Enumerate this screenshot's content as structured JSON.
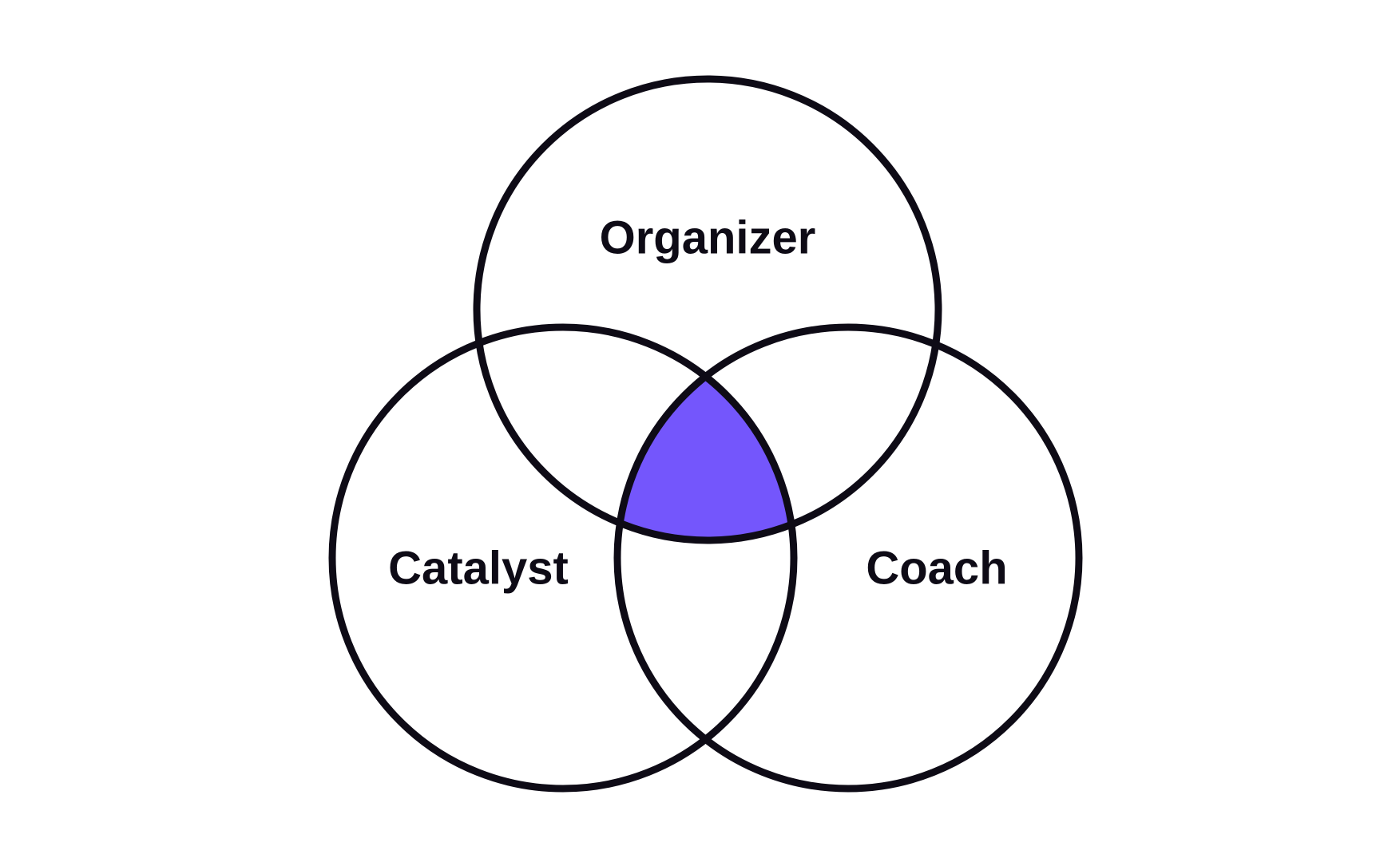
{
  "diagram": {
    "type": "venn",
    "colors": {
      "background": "#ffffff",
      "stroke": "#0e0b16",
      "highlight": "#7456fc",
      "label": "#0e0b16"
    },
    "sets": [
      {
        "id": "organizer",
        "label": "Organizer"
      },
      {
        "id": "catalyst",
        "label": "Catalyst"
      },
      {
        "id": "coach",
        "label": "Coach"
      }
    ],
    "highlighted_region": [
      "organizer",
      "catalyst",
      "coach"
    ]
  }
}
